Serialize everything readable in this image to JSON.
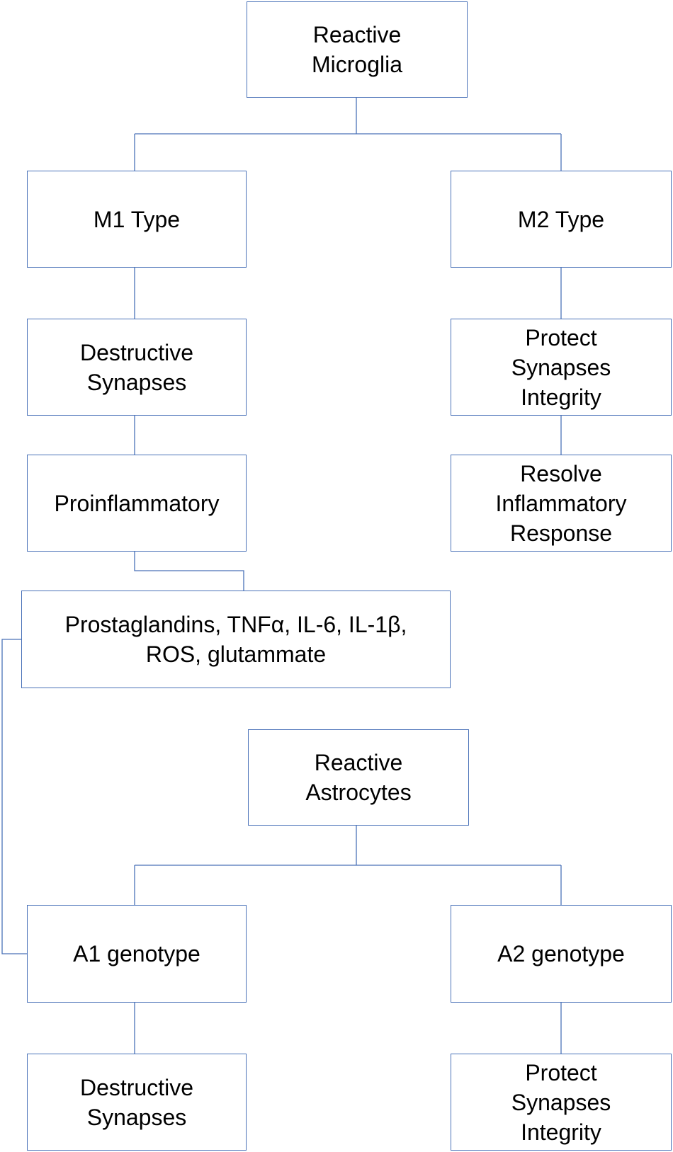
{
  "line_color": "#4a72b8",
  "nodes": {
    "reactive_microglia": "Reactive\nMicroglia",
    "m1_type": "M1 Type",
    "m2_type": "M2 Type",
    "destructive_synapses_top": "Destructive\nSynapses",
    "protect_synapses_top": "Protect\nSynapses\nIntegrity",
    "proinflammatory": "Proinflammatory",
    "resolve_inflammatory": "Resolve\nInflammatory\nResponse",
    "mediators": "Prostaglandins, TNFα, IL-6, IL-1β,\nROS, glutammate",
    "reactive_astrocytes": "Reactive\nAstrocytes",
    "a1_genotype": "A1 genotype",
    "a2_genotype": "A2 genotype",
    "destructive_synapses_bottom": "Destructive\nSynapses",
    "protect_synapses_bottom": "Protect\nSynapses\nIntegrity"
  }
}
